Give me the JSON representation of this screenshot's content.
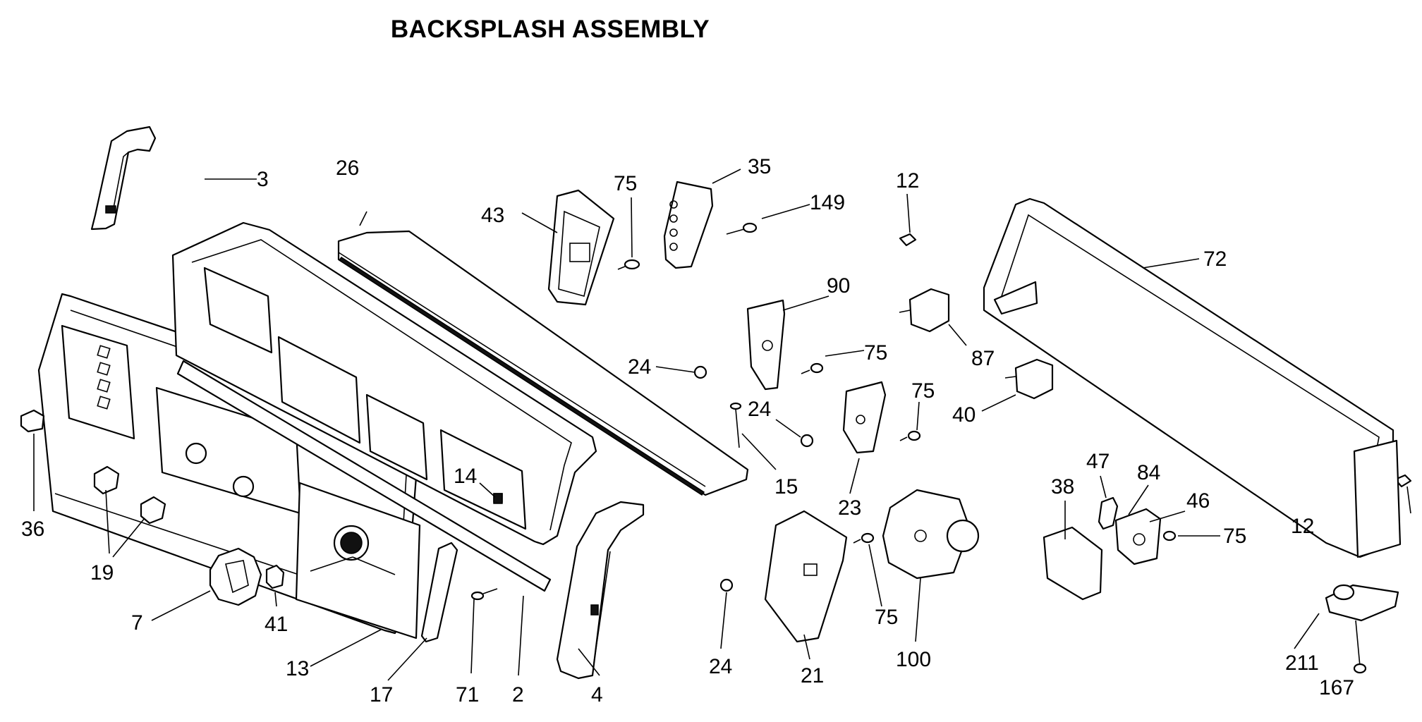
{
  "title": "BACKSPLASH ASSEMBLY",
  "callouts": [
    {
      "id": "c3",
      "label": "3"
    },
    {
      "id": "c26",
      "label": "26"
    },
    {
      "id": "c43",
      "label": "43"
    },
    {
      "id": "c75a",
      "label": "75"
    },
    {
      "id": "c35",
      "label": "35"
    },
    {
      "id": "c149",
      "label": "149"
    },
    {
      "id": "c12a",
      "label": "12"
    },
    {
      "id": "c72",
      "label": "72"
    },
    {
      "id": "c90",
      "label": "90"
    },
    {
      "id": "c87",
      "label": "87"
    },
    {
      "id": "c24a",
      "label": "24"
    },
    {
      "id": "c75b",
      "label": "75"
    },
    {
      "id": "c24b",
      "label": "24"
    },
    {
      "id": "c75c",
      "label": "75"
    },
    {
      "id": "c40",
      "label": "40"
    },
    {
      "id": "c15",
      "label": "15"
    },
    {
      "id": "c23",
      "label": "23"
    },
    {
      "id": "c14",
      "label": "14"
    },
    {
      "id": "c36",
      "label": "36"
    },
    {
      "id": "c19",
      "label": "19"
    },
    {
      "id": "c7",
      "label": "7"
    },
    {
      "id": "c41",
      "label": "41"
    },
    {
      "id": "c13",
      "label": "13"
    },
    {
      "id": "c17",
      "label": "17"
    },
    {
      "id": "c71",
      "label": "71"
    },
    {
      "id": "c2",
      "label": "2"
    },
    {
      "id": "c4",
      "label": "4"
    },
    {
      "id": "c24c",
      "label": "24"
    },
    {
      "id": "c21",
      "label": "21"
    },
    {
      "id": "c75d",
      "label": "75"
    },
    {
      "id": "c100",
      "label": "100"
    },
    {
      "id": "c38",
      "label": "38"
    },
    {
      "id": "c47",
      "label": "47"
    },
    {
      "id": "c84",
      "label": "84"
    },
    {
      "id": "c46",
      "label": "46"
    },
    {
      "id": "c75e",
      "label": "75"
    },
    {
      "id": "c12b",
      "label": "12"
    },
    {
      "id": "c211",
      "label": "211"
    },
    {
      "id": "c167",
      "label": "167"
    }
  ]
}
